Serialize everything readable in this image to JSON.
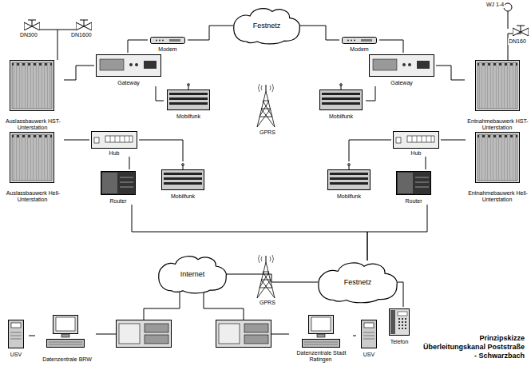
{
  "diagram": {
    "caption": "Prinzipskizze Überleitungskanal Poststraße - Schwarzbach",
    "nodes": [
      {
        "text": [
          "Auslassbauwerk HST-Unterstation"
        ]
      },
      {
        "text": [
          "Modem"
        ]
      },
      {
        "text": [
          "Festnetz"
        ]
      },
      {
        "text": [
          "Modem"
        ]
      },
      {
        "text": [
          "Entnahmebauwerk HST-Unterstation"
        ]
      },
      {
        "text": [
          "Gateway"
        ]
      },
      {
        "text": [
          "Gateway"
        ]
      },
      {
        "text": [
          "Mobilfunk"
        ]
      },
      {
        "text": [
          "Mobilfunk"
        ]
      },
      {
        "text": [
          "Auslassbauwerk Hell-Unterstation"
        ]
      },
      {
        "text": [
          "Hub"
        ]
      },
      {
        "text": [
          "Hub"
        ]
      },
      {
        "text": [
          "Entnahmebauwerk Hell-Unterstation"
        ]
      },
      {
        "text": [
          "Router"
        ]
      },
      {
        "text": [
          "Mobilfunk"
        ]
      },
      {
        "text": [
          "Mobilfunk"
        ]
      },
      {
        "text": [
          "Router"
        ]
      },
      {
        "text": [
          "Internet"
        ]
      },
      {
        "text": [
          "Festnetz"
        ]
      },
      {
        "text": [
          "Telefon"
        ]
      },
      {
        "text": [
          "USV"
        ]
      },
      {
        "text": [
          "Datenzentrale BRW"
        ]
      },
      {
        "text": [
          "Datenzentrale Stadt Ratingen"
        ]
      },
      {
        "text": [
          "USV"
        ]
      }
    ],
    "edges": [
      {
        "from": 0,
        "to": 5,
        "arrow": "none"
      },
      {
        "from": 5,
        "to": 1,
        "arrow": "none"
      },
      {
        "from": 1,
        "to": 2,
        "arrow": "none"
      },
      {
        "from": 2,
        "to": 3,
        "arrow": "none"
      },
      {
        "from": 3,
        "to": 6,
        "arrow": "none"
      },
      {
        "from": 6,
        "to": 4,
        "arrow": "none"
      },
      {
        "from": 5,
        "to": 7,
        "arrow": "none"
      },
      {
        "from": 6,
        "to": 8,
        "arrow": "none"
      },
      {
        "from": 9,
        "to": 10,
        "arrow": "none"
      },
      {
        "from": 10,
        "to": 13,
        "arrow": "none"
      },
      {
        "from": 10,
        "to": 14,
        "arrow": "none"
      },
      {
        "from": 13,
        "to": 18,
        "arrow": "none"
      },
      {
        "from": 16,
        "to": 18,
        "arrow": "none"
      },
      {
        "from": 11,
        "to": 12,
        "arrow": "none"
      },
      {
        "from": 11,
        "to": 16,
        "arrow": "none"
      },
      {
        "from": 11,
        "to": 15,
        "arrow": "none"
      },
      {
        "from": 17,
        "to": 18,
        "arrow": "none"
      },
      {
        "from": 18,
        "to": 19,
        "arrow": "none"
      },
      {
        "from": 20,
        "to": 21,
        "arrow": "none"
      },
      {
        "from": 22,
        "to": 23,
        "arrow": "none"
      }
    ],
    "labels": [
      "DN300",
      "DN1600",
      "WJ 1-4",
      "DN160",
      "GPRS",
      "GPRS"
    ]
  }
}
